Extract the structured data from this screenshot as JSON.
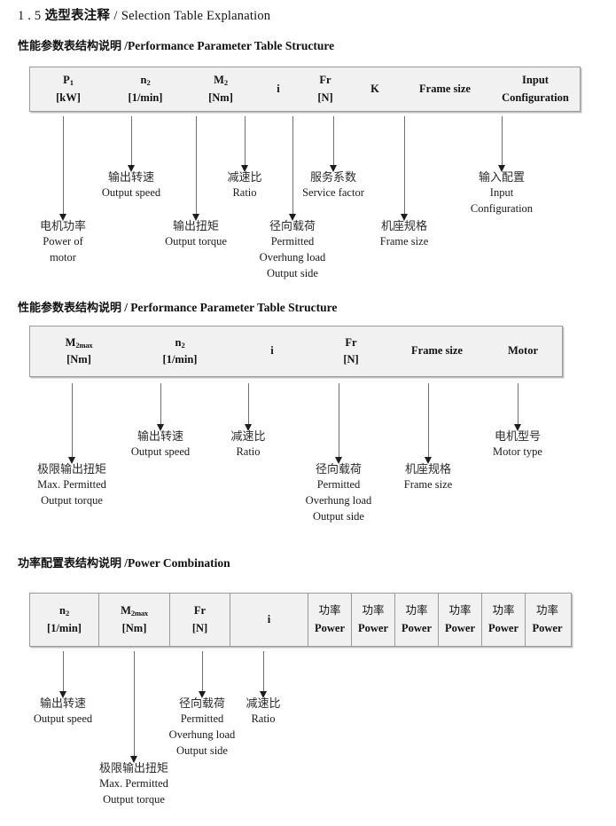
{
  "document": {
    "section_number": "1 . 5",
    "title_cn": "选型表注释",
    "title_sep": "/",
    "title_en": "Selection Table Explanation"
  },
  "sections": [
    {
      "heading_cn": "性能参数表结构说明",
      "heading_sep": "/",
      "heading_en": "Performance Parameter Table Structure",
      "table": {
        "name": "performance-parameter-table",
        "columns": [
          {
            "line1": "P",
            "sub1": "1",
            "line2": "[kW]"
          },
          {
            "line1": "n",
            "sub1": "2",
            "line2": "[1/min]"
          },
          {
            "line1": "M",
            "sub1": "2",
            "line2": "[Nm]"
          },
          {
            "line1": "i",
            "sub1": "",
            "line2": ""
          },
          {
            "line1": "Fr",
            "sub1": "",
            "line2": "[N]"
          },
          {
            "line1": "K",
            "sub1": "",
            "line2": ""
          },
          {
            "line1": "Frame size",
            "sub1": "",
            "line2": ""
          },
          {
            "line1": "Input",
            "sub1": "",
            "line2": "Configuration"
          }
        ]
      },
      "notes": [
        {
          "cn": "电机功率",
          "en": [
            "Power of",
            "motor"
          ]
        },
        {
          "cn": "输出转速",
          "en": [
            "Output speed"
          ]
        },
        {
          "cn": "输出扭矩",
          "en": [
            "Output torque"
          ]
        },
        {
          "cn": "减速比",
          "en": [
            "Ratio"
          ]
        },
        {
          "cn": "径向载荷",
          "en": [
            "Permitted",
            "Overhung load",
            "Output side"
          ]
        },
        {
          "cn": "服务系数",
          "en": [
            "Service factor"
          ]
        },
        {
          "cn": "机座规格",
          "en": [
            "Frame size"
          ]
        },
        {
          "cn": "输入配置",
          "en": [
            "Input",
            "Configuration"
          ]
        }
      ]
    },
    {
      "heading_cn": "性能参数表结构说明",
      "heading_sep": "/",
      "heading_en": "Performance Parameter Table Structure",
      "table": {
        "name": "max-torque-parameter-table",
        "columns": [
          {
            "line1": "M",
            "sub1": "2max",
            "line2": "[Nm]"
          },
          {
            "line1": "n",
            "sub1": "2",
            "line2": "[1/min]"
          },
          {
            "line1": "i",
            "sub1": "",
            "line2": ""
          },
          {
            "line1": "Fr",
            "sub1": "",
            "line2": "[N]"
          },
          {
            "line1": "Frame size",
            "sub1": "",
            "line2": ""
          },
          {
            "line1": "Motor",
            "sub1": "",
            "line2": ""
          }
        ]
      },
      "notes": [
        {
          "cn": "极限输出扭矩",
          "en": [
            "Max. Permitted",
            "Output  torque"
          ]
        },
        {
          "cn": "输出转速",
          "en": [
            "Output speed"
          ]
        },
        {
          "cn": "减速比",
          "en": [
            "Ratio"
          ]
        },
        {
          "cn": "径向载荷",
          "en": [
            "Permitted",
            "Overhung load",
            "Output side"
          ]
        },
        {
          "cn": "机座规格",
          "en": [
            "Frame size"
          ]
        },
        {
          "cn": "电机型号",
          "en": [
            "Motor type"
          ]
        }
      ]
    },
    {
      "heading_cn": "功率配置表结构说明",
      "heading_sep": "/",
      "heading_en": "Power Combination",
      "table": {
        "name": "power-combination-table",
        "columns": [
          {
            "line1": "n",
            "sub1": "2",
            "line2": "[1/min]"
          },
          {
            "line1": "M",
            "sub1": "2max",
            "line2": "[Nm]"
          },
          {
            "line1": "Fr",
            "sub1": "",
            "line2": "[N]"
          },
          {
            "line1": "i",
            "sub1": "",
            "line2": ""
          },
          {
            "line1_cn": "功率",
            "line2": "Power"
          },
          {
            "line1_cn": "功率",
            "line2": "Power"
          },
          {
            "line1_cn": "功率",
            "line2": "Power"
          },
          {
            "line1_cn": "功率",
            "line2": "Power"
          },
          {
            "line1_cn": "功率",
            "line2": "Power"
          },
          {
            "line1_cn": "功率",
            "line2": "Power"
          }
        ]
      },
      "notes": [
        {
          "cn": "输出转速",
          "en": [
            "Output speed"
          ]
        },
        {
          "cn": "极限输出扭矩",
          "en": [
            "Max. Permitted",
            "Output  torque"
          ]
        },
        {
          "cn": "径向载荷",
          "en": [
            "Permitted",
            "Overhung load",
            "Output side"
          ]
        },
        {
          "cn": "减速比",
          "en": [
            "Ratio"
          ]
        }
      ]
    }
  ]
}
